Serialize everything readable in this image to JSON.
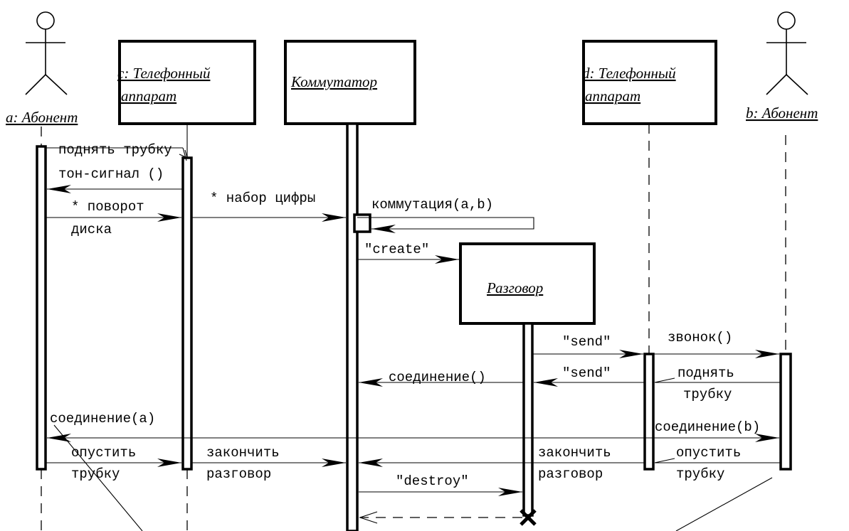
{
  "objects": {
    "abonent_a": "a: Абонент",
    "phone_c_line1": "c: Телефонный",
    "phone_c_line2": "аппарат",
    "switch": "Коммутатор",
    "phone_d_line1": "d: Телефонный",
    "phone_d_line2": "аппарат",
    "abonent_b": "b: Абонент",
    "conversation": "Разговор"
  },
  "messages": {
    "pick_up_a": "поднять трубку",
    "dial_tone": "тон-сигнал ()",
    "rotate_1": "* поворот",
    "rotate_2": "диска",
    "dial_digit": "* набор цифры",
    "switching": "коммутация(a,b)",
    "create": "\"create\"",
    "send_1": "\"send\"",
    "ring": "звонок()",
    "connection_sw": "соединение()",
    "send_2": "\"send\"",
    "pick_up_b_1": "поднять",
    "pick_up_b_2": "трубку",
    "connection_a": "соединение(a)",
    "connection_b": "соединение(b)",
    "hang_up_a_1": "опустить",
    "hang_up_a_2": "трубку",
    "end_call_c_1": "закончить",
    "end_call_c_2": "разговор",
    "end_call_d_1": "закончить",
    "end_call_d_2": "разговор",
    "hang_up_b_1": "опустить",
    "hang_up_b_2": "трубку",
    "destroy": "\"destroy\""
  }
}
